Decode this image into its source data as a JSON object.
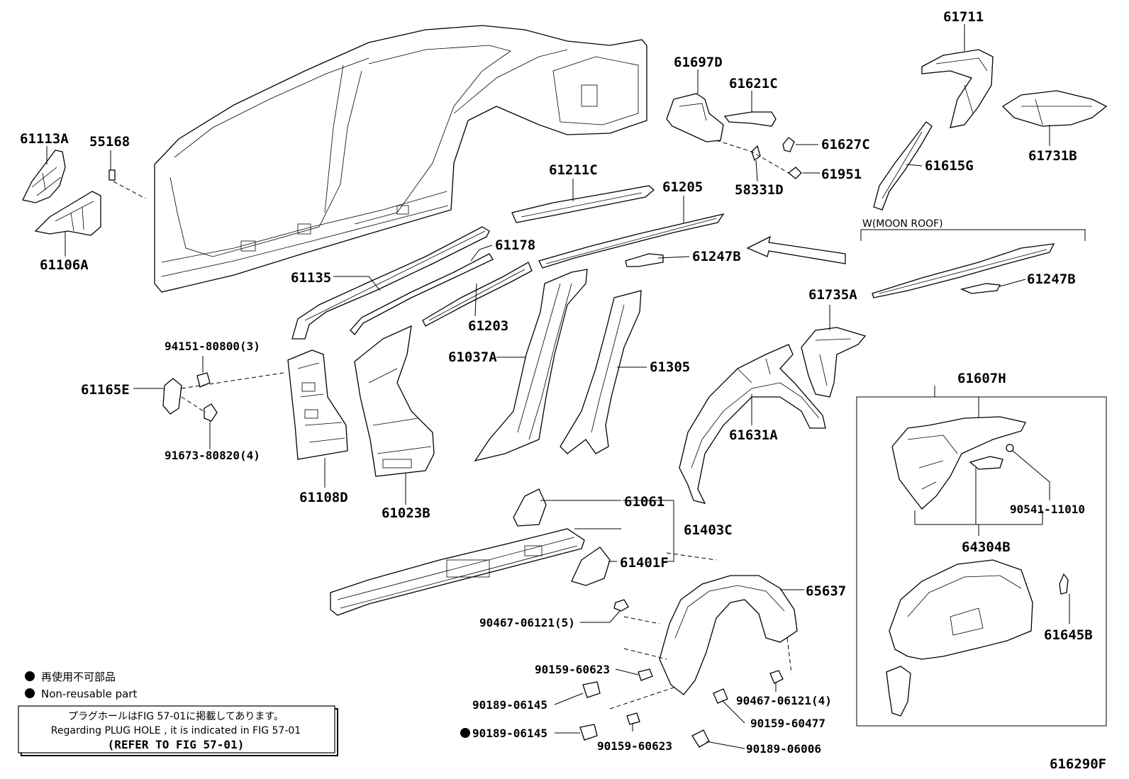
{
  "diagram_id": "616290F",
  "parts": {
    "p61711": "61711",
    "p61697D": "61697D",
    "p61621C": "61621C",
    "p61627C": "61627C",
    "p61951": "61951",
    "p58331D": "58331D",
    "p61615G": "61615G",
    "p61731B": "61731B",
    "p61113A": "61113A",
    "p55168": "55168",
    "p61106A": "61106A",
    "p61211C": "61211C",
    "p61205": "61205",
    "p61247B": "61247B",
    "p61247B_b": "61247B",
    "p61178": "61178",
    "p61135": "61135",
    "p61203": "61203",
    "p61037A": "61037A",
    "p61305": "61305",
    "p61735A": "61735A",
    "p61631A": "61631A",
    "p61607H": "61607H",
    "p90541": "90541-11010",
    "p64304B": "64304B",
    "p61645B": "61645B",
    "p94151": "94151-80800(3)",
    "p61165E": "61165E",
    "p91673": "91673-80820(4)",
    "p61108D": "61108D",
    "p61023B": "61023B",
    "p61061": "61061",
    "p61403C": "61403C",
    "p61401F": "61401F",
    "p65637": "65637",
    "p90467a": "90467-06121(5)",
    "p90159a": "90159-60623",
    "p90189a": "90189-06145",
    "p90189b": "90189-06145",
    "p90159b": "90159-60623",
    "p90467b": "90467-06121(4)",
    "p90159c": "90159-60477",
    "p90189c": "90189-06006"
  },
  "moon_roof_label": "W(MOON ROOF)",
  "legend": {
    "jp": "再使用不可部品",
    "en": "Non-reusable part"
  },
  "note": {
    "line1": "プラグホールはFIG 57-01に掲載してあります。",
    "line2": "Regarding  PLUG  HOLE , it is indicated in FIG  57-01",
    "line3": "(REFER  TO  FIG  57-01)"
  }
}
